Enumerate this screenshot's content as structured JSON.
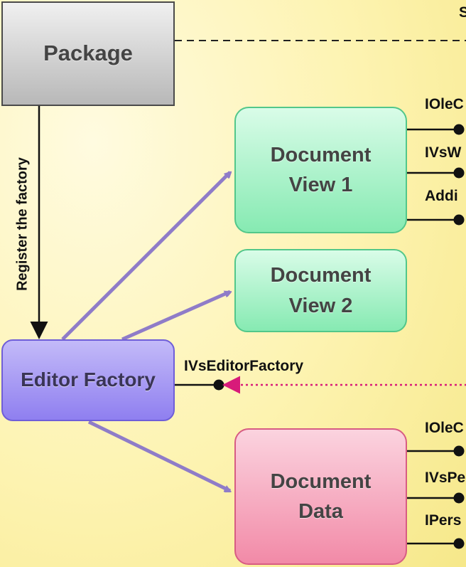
{
  "nodes": {
    "package": "Package",
    "document_view_1": "Document\nView 1",
    "document_view_2": "Document\nView 2",
    "editor_factory": "Editor Factory",
    "document_data": "Document\nData"
  },
  "edges": {
    "register_label": "Register the factory",
    "ivs_editor_factory": "IVsEditorFactory"
  },
  "interfaces": {
    "view1": [
      "IOleC",
      "IVsW",
      "Addi"
    ],
    "data": [
      "IOleC",
      "IVsPe",
      "IPers"
    ]
  },
  "top_right_fragment": "S",
  "colors": {
    "arrow_purple": "#8f7cc8",
    "dotted_magenta": "#d81b7a",
    "view_green": "#86eab2",
    "data_pink": "#f28aa7",
    "factory_purple": "#8f7ff0"
  }
}
